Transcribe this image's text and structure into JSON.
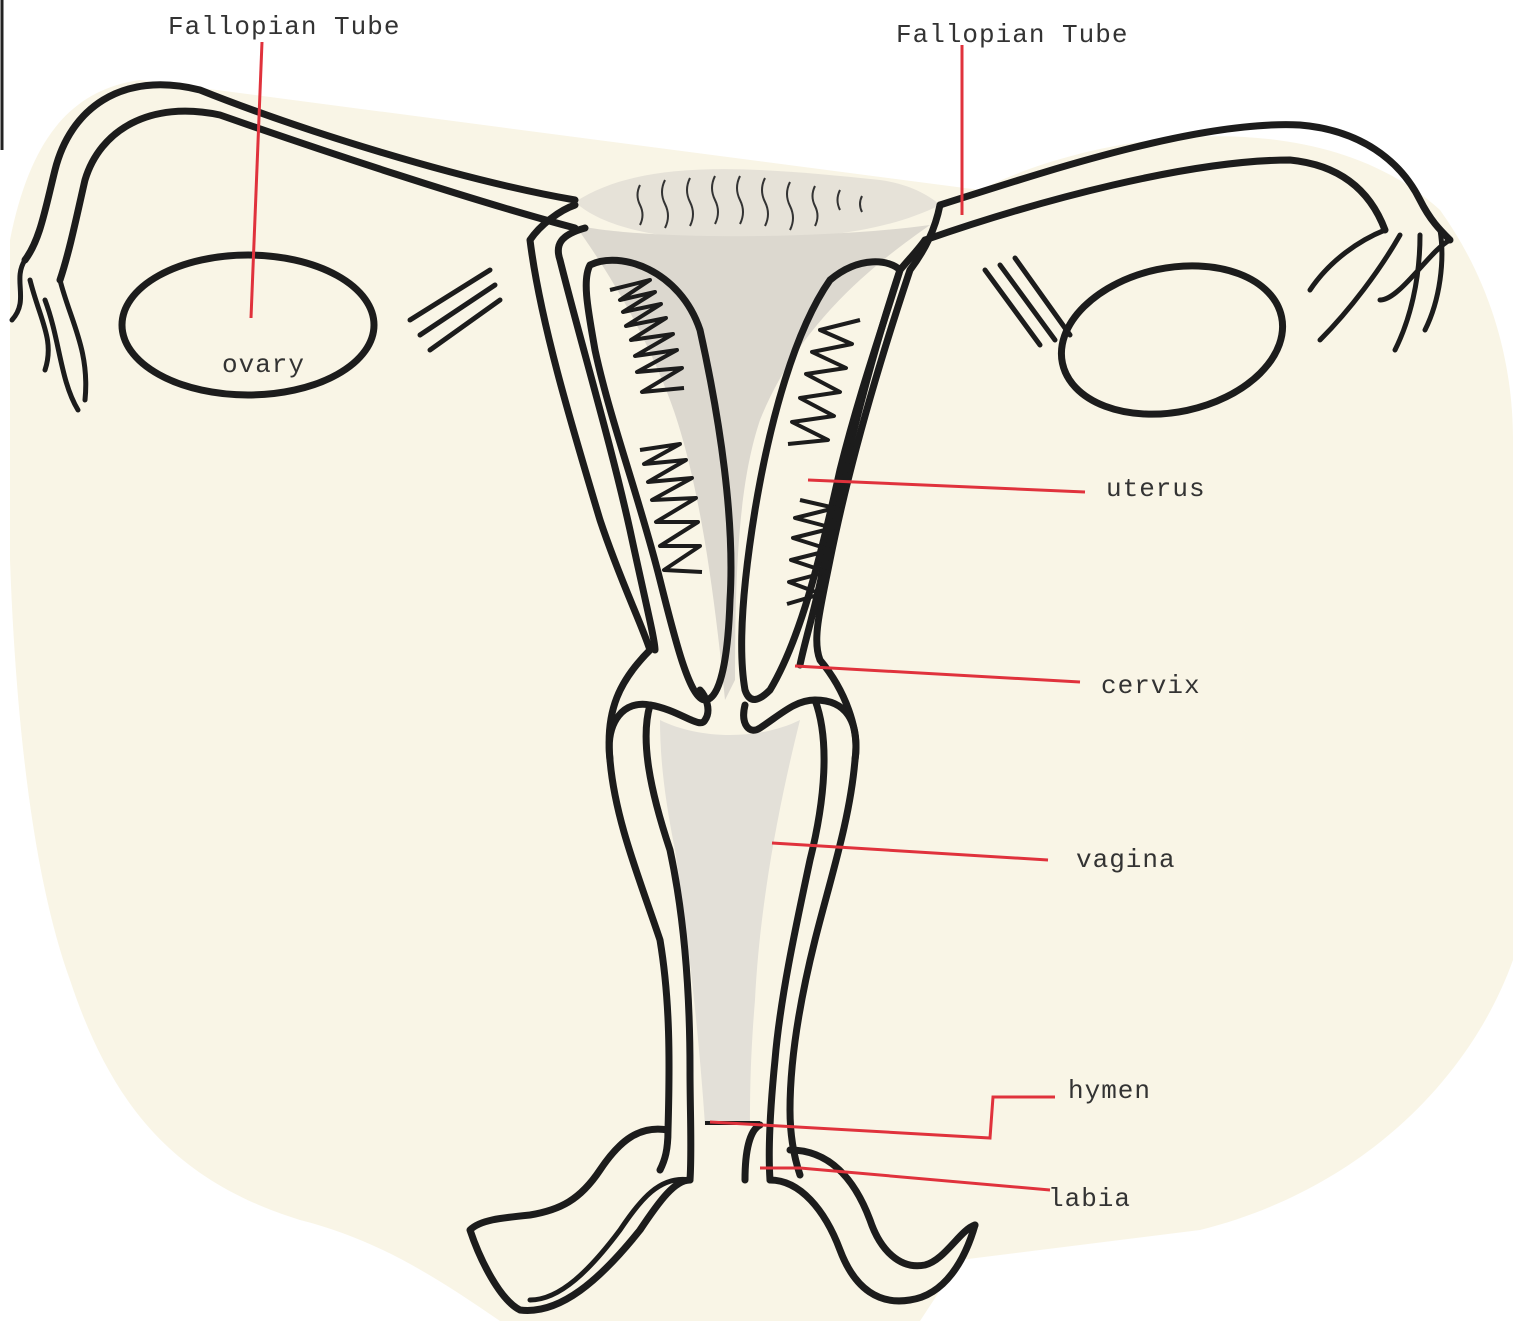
{
  "diagram": {
    "labels": {
      "fallopian_left": "Fallopian Tube",
      "fallopian_right": "Fallopian Tube",
      "ovary": "ovary",
      "uterus": "uterus",
      "cervix": "cervix",
      "vagina": "vagina",
      "hymen": "hymen",
      "labia": "labia"
    },
    "colors": {
      "paper": "#f9f5e6",
      "ink": "#1c1c1c",
      "leader": "#e0323c",
      "shading": "#d9d6cf",
      "label_text": "#333333"
    }
  }
}
